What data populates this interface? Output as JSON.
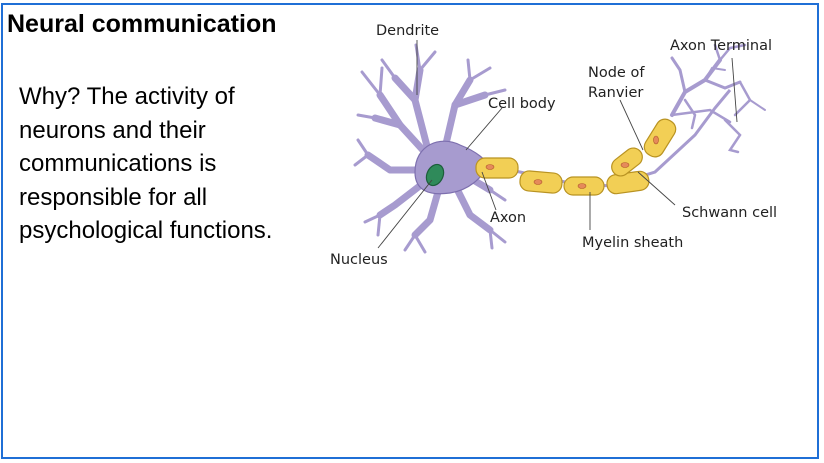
{
  "slide": {
    "title": "Neural communication",
    "body": "Why? The activity of neurons and their communications is responsible for all psychological functions."
  },
  "diagram": {
    "labels": {
      "dendrite": "Dendrite",
      "cell_body": "Cell body",
      "node_of_ranvier_1": "Node of",
      "node_of_ranvier_2": "Ranvier",
      "axon_terminal": "Axon Terminal",
      "axon": "Axon",
      "schwann_cell": "Schwann cell",
      "myelin_sheath": "Myelin sheath",
      "nucleus": "Nucleus"
    },
    "colors": {
      "soma": "#a79bcf",
      "soma_stroke": "#7d6fae",
      "nucleus": "#2f8a5a",
      "myelin": "#f2cf55",
      "myelin_stroke": "#b99322",
      "schwann_nucleus": "#e58a5a",
      "border": "#1f6fd6"
    }
  }
}
